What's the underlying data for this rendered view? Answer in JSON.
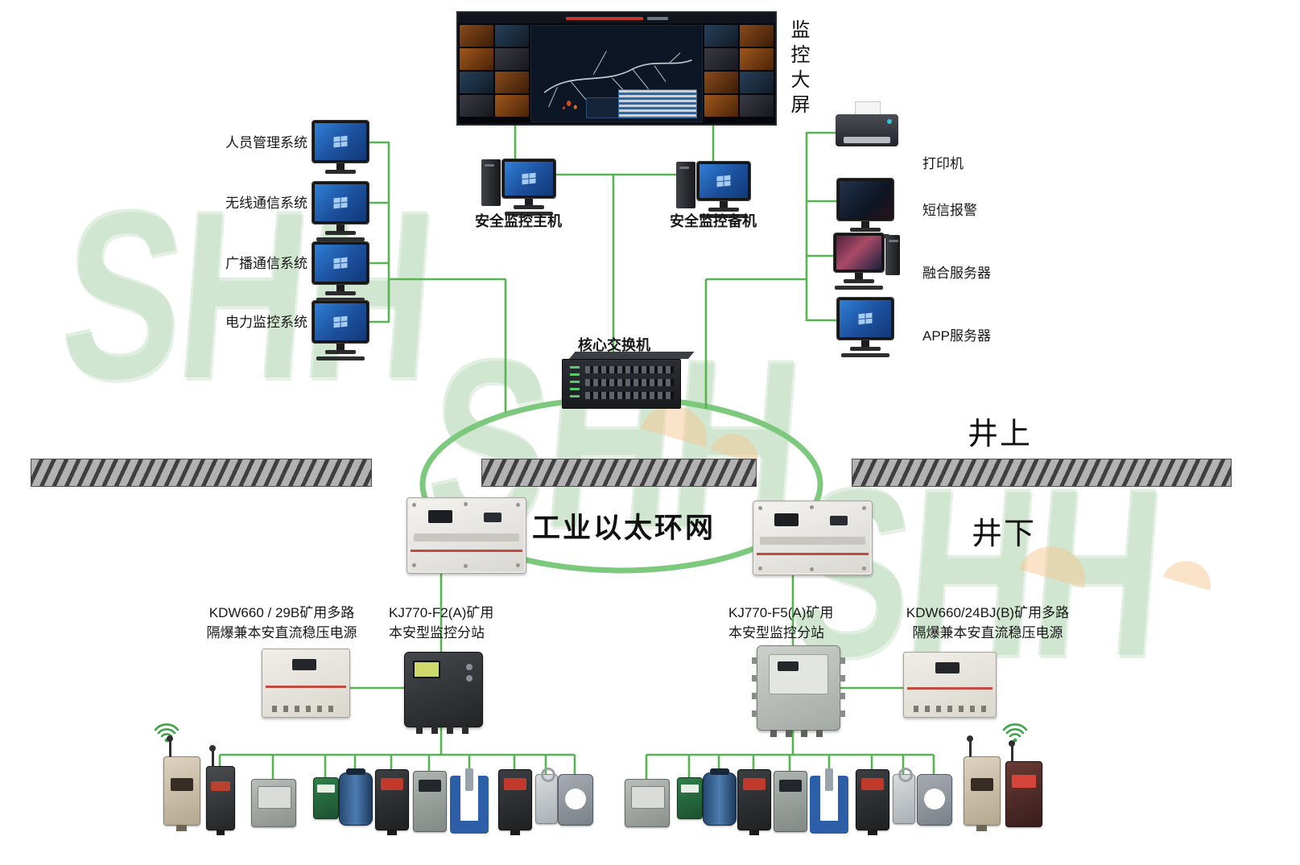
{
  "watermark_text": "SHH",
  "screen": {
    "label": "监控大屏"
  },
  "surface_systems": {
    "left": [
      {
        "label": "人员管理系统"
      },
      {
        "label": "无线通信系统"
      },
      {
        "label": "广播通信系统"
      },
      {
        "label": "电力监控系统"
      }
    ],
    "center": {
      "main_host": "安全监控主机",
      "backup_host": "安全监控备机",
      "core_switch": "核心交换机"
    },
    "right": [
      {
        "label": "打印机"
      },
      {
        "label": "短信报警"
      },
      {
        "label": "融合服务器"
      },
      {
        "label": "APP服务器"
      }
    ]
  },
  "ring": {
    "label": "工业以太环网"
  },
  "zones": {
    "surface": "井上",
    "underground": "井下"
  },
  "underground_equipment": {
    "left_power_supply": "KDW660 / 29B矿用多路\n隔爆兼本安直流稳压电源",
    "left_substation": "KJ770-F2(A)矿用\n本安型监控分站",
    "right_substation": "KJ770-F5(A)矿用\n本安型监控分站",
    "right_power_supply": "KDW660/24BJ(B)矿用多路\n隔爆兼本安直流稳压电源"
  },
  "colors": {
    "link_green": "#58b452",
    "ring_green": "#7cc87c",
    "hatch_gray": "#9b9b9b"
  }
}
